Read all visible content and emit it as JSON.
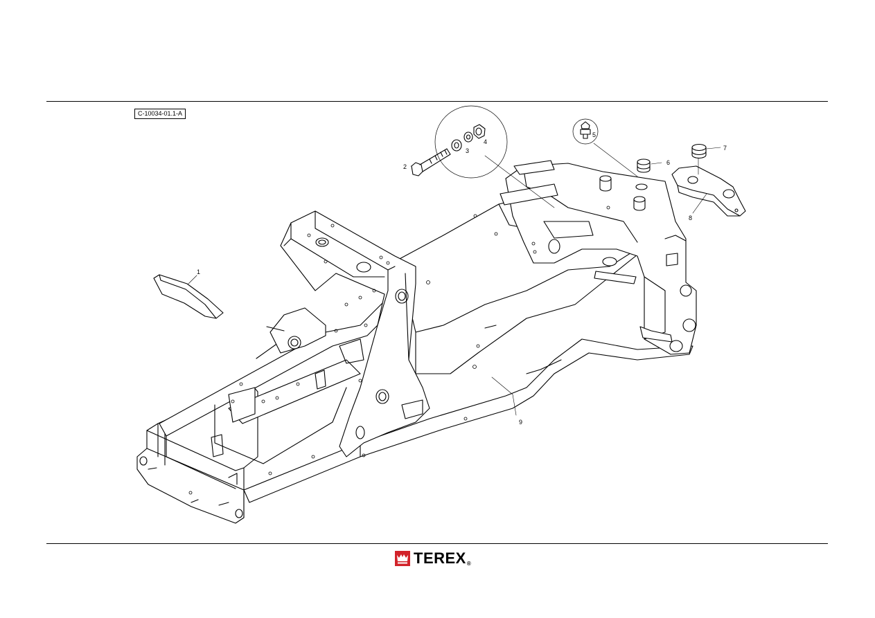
{
  "drawing": {
    "reference_code": "C-10034-01.1-A",
    "callouts": [
      {
        "id": "1",
        "label": "1"
      },
      {
        "id": "2",
        "label": "2"
      },
      {
        "id": "3",
        "label": "3"
      },
      {
        "id": "4",
        "label": "4"
      },
      {
        "id": "5",
        "label": "5"
      },
      {
        "id": "6",
        "label": "6"
      },
      {
        "id": "7",
        "label": "7"
      },
      {
        "id": "8",
        "label": "8"
      },
      {
        "id": "9",
        "label": "9"
      }
    ]
  },
  "footer": {
    "brand": "TEREX",
    "registered_mark": "®",
    "brand_color": "#d2232a"
  }
}
